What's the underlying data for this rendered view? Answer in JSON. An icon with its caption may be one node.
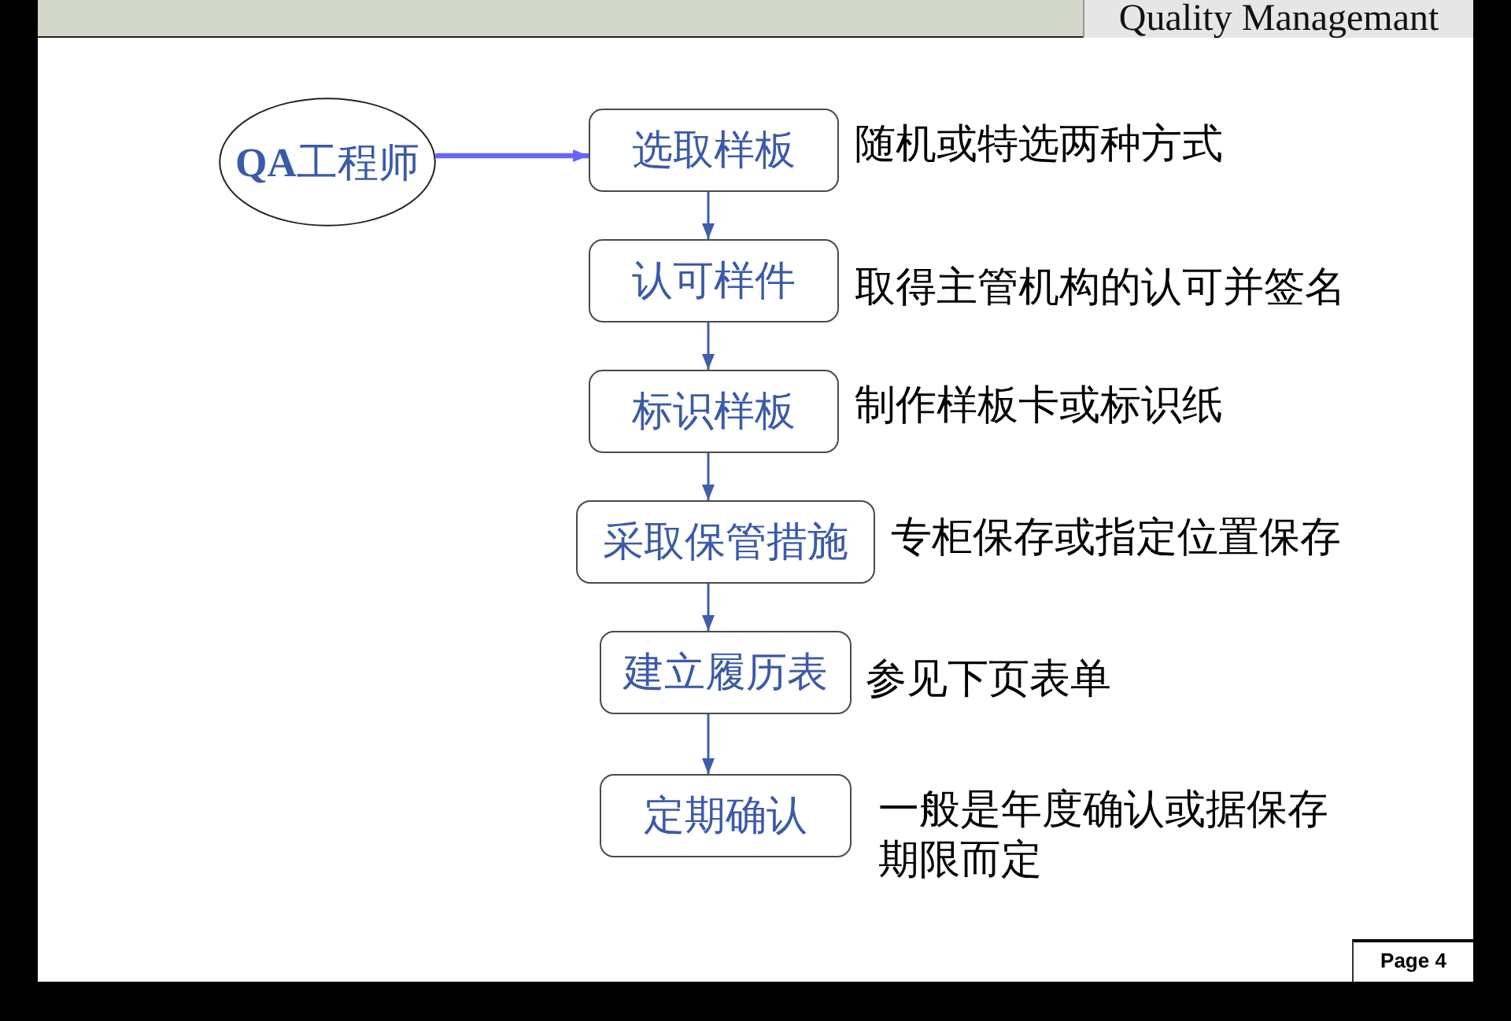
{
  "diagram": {
    "nodes": [
      {
        "text": [
          "**QA**工程师"
        ]
      },
      {
        "text": [
          "选取样板"
        ],
        "beside": [
          "随机或特选两种方式"
        ]
      },
      {
        "text": [
          "认可样件"
        ],
        "beside": [
          "取得主管机构的认可并签名"
        ]
      },
      {
        "text": [
          "标识样板"
        ],
        "beside": [
          "制作样板卡或标识纸"
        ]
      },
      {
        "text": [
          "采取保管措施"
        ],
        "beside": [
          "专柜保存或指定位置保存"
        ]
      },
      {
        "text": [
          "建立履历表"
        ],
        "beside": [
          "参见下页表单"
        ]
      },
      {
        "text": [
          "定期确认"
        ],
        "beside": [
          "一般是年度确认或据保存期限而定"
        ]
      }
    ],
    "edges": [
      {
        "from": 0,
        "to": 1,
        "arrow": "to",
        "style": "thick",
        "color": "#6666ff"
      },
      {
        "from": 1,
        "to": 2,
        "arrow": "to"
      },
      {
        "from": 2,
        "to": 3,
        "arrow": "to"
      },
      {
        "from": 3,
        "to": 4,
        "arrow": "to"
      },
      {
        "from": 4,
        "to": 5,
        "arrow": "to"
      },
      {
        "from": 5,
        "to": 6,
        "arrow": "to"
      }
    ],
    "labels": [
      "Quality Managemant",
      "Page 4"
    ]
  }
}
